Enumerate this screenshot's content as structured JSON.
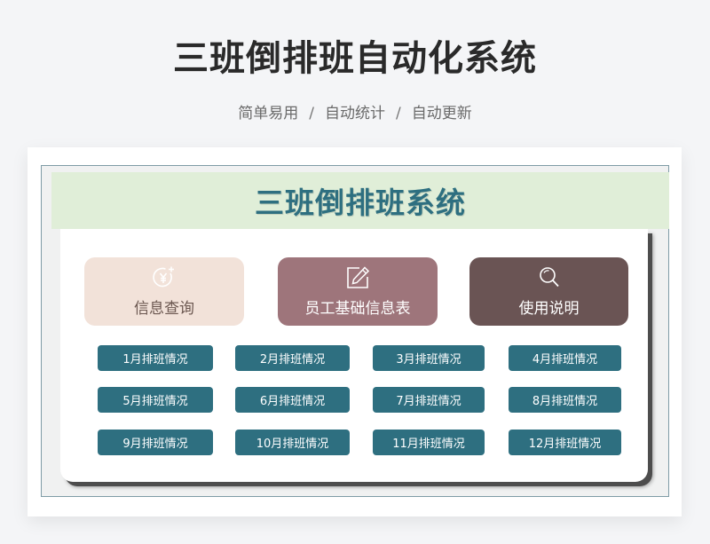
{
  "header": {
    "title": "三班倒排班自动化系统",
    "subtitle_parts": [
      "简单易用",
      "自动统计",
      "自动更新"
    ],
    "separator": "/"
  },
  "sheet": {
    "banner_title": "三班倒排班系统",
    "main_buttons": [
      {
        "label": "信息查询",
        "icon": "yuan-plus-icon",
        "color": "#f2e2d9"
      },
      {
        "label": "员工基础信息表",
        "icon": "edit-pencil-icon",
        "color": "#9e757b"
      },
      {
        "label": "使用说明",
        "icon": "magnifier-icon",
        "color": "#6a5454"
      }
    ],
    "month_buttons": [
      "1月排班情况",
      "2月排班情况",
      "3月排班情况",
      "4月排班情况",
      "5月排班情况",
      "6月排班情况",
      "7月排班情况",
      "8月排班情况",
      "9月排班情况",
      "10月排班情况",
      "11月排班情况",
      "12月排班情况"
    ],
    "colors": {
      "banner_bg": "#e0eed8",
      "title_teal": "#2e6f80",
      "month_button_bg": "#2e6f80"
    }
  }
}
